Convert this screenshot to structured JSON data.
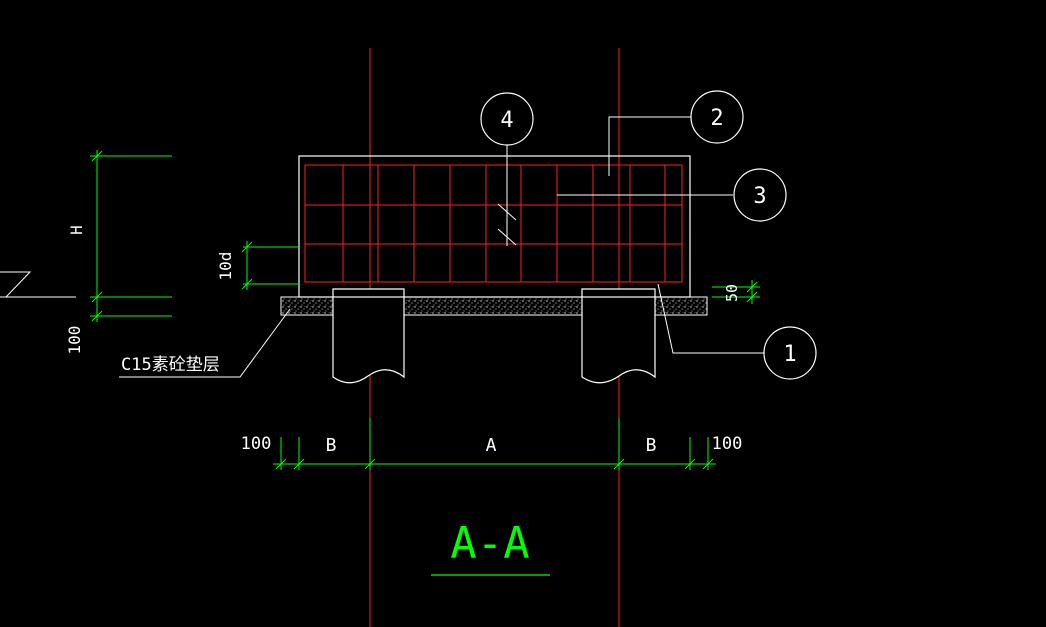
{
  "colors": {
    "background": "#000000",
    "outline": "#ffffff",
    "centerline": "#ff2020",
    "rebar": "#ff2020",
    "dimension": "#00ff00",
    "leader": "#ffffff"
  },
  "balloons": [
    "4",
    "2",
    "3",
    "1"
  ],
  "dimensions": {
    "height": "H",
    "bottom_cover": "100",
    "rebar_spacing": "10d",
    "cover_right": "50",
    "left_edge": "100",
    "left_span": "B",
    "middle_span": "A",
    "right_span": "B",
    "right_edge": "100"
  },
  "labels": {
    "cushion_layer": "C15素砼垫层",
    "section_title": "A-A"
  }
}
